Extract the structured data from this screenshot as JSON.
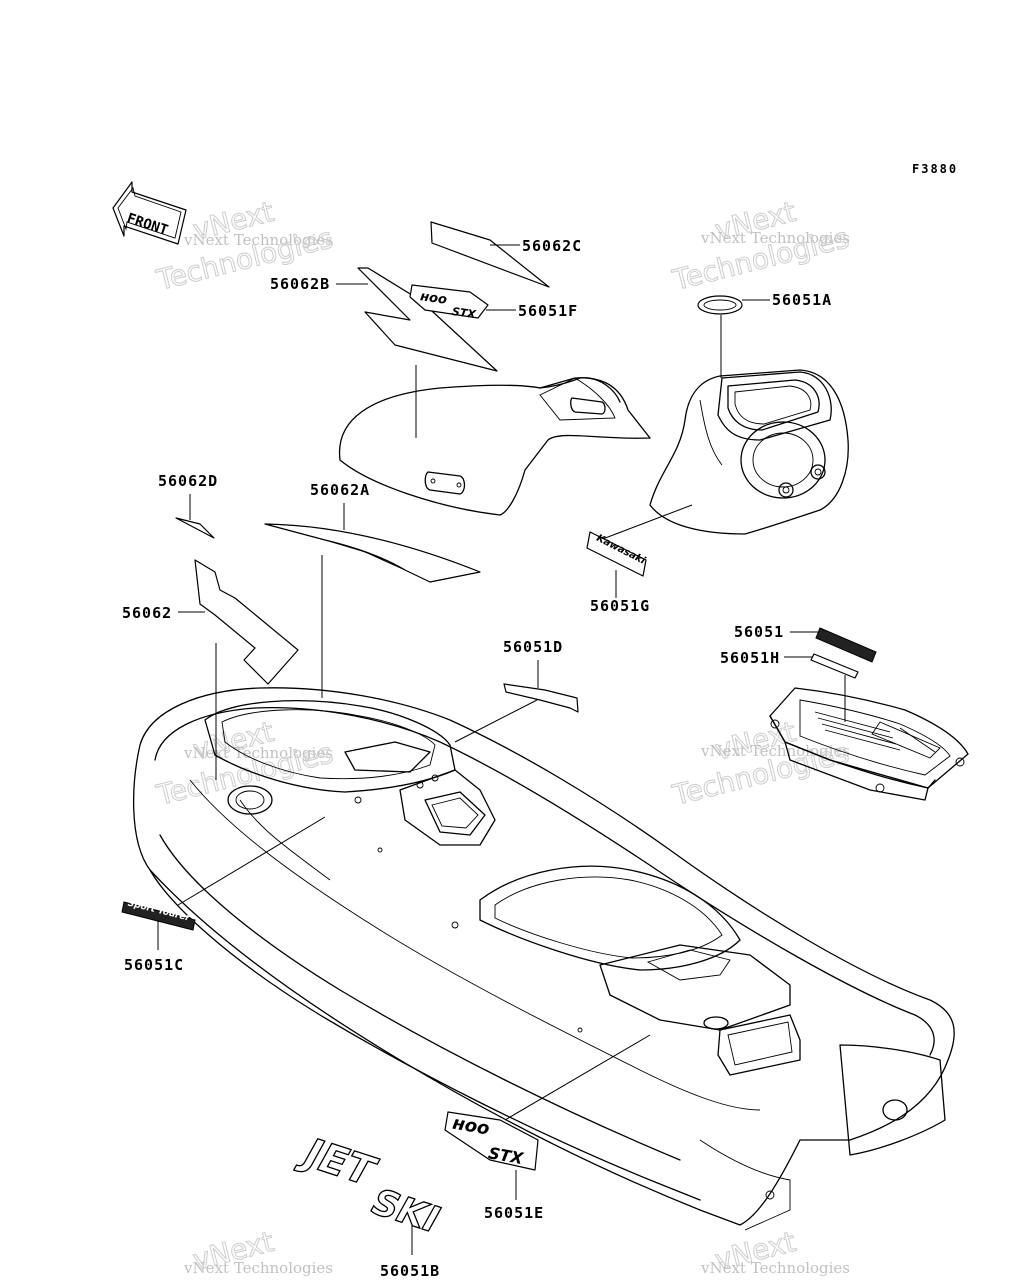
{
  "figure_code": "F3880",
  "front_label": "FRONT",
  "watermark": {
    "line1": "vNext Technologies",
    "line2": "Technologies",
    "line3": "vNext"
  },
  "parts": {
    "p56062C": "56062C",
    "p56062B": "56062B",
    "p56051F": "56051F",
    "p56051A": "56051A",
    "p56062D": "56062D",
    "p56062A": "56062A",
    "p56051G": "56051G",
    "p56062": "56062",
    "p56051D": "56051D",
    "p56051": "56051",
    "p56051H": "56051H",
    "p56051C": "56051C",
    "p56051E": "56051E",
    "p56051B": "56051B"
  },
  "decal_text": {
    "kawasaki": "Kawasaki",
    "sport_tourer": "Sport Tourer",
    "jet": "JET",
    "ski": "SKI",
    "stx": "STX",
    "tiger": "ноо"
  }
}
